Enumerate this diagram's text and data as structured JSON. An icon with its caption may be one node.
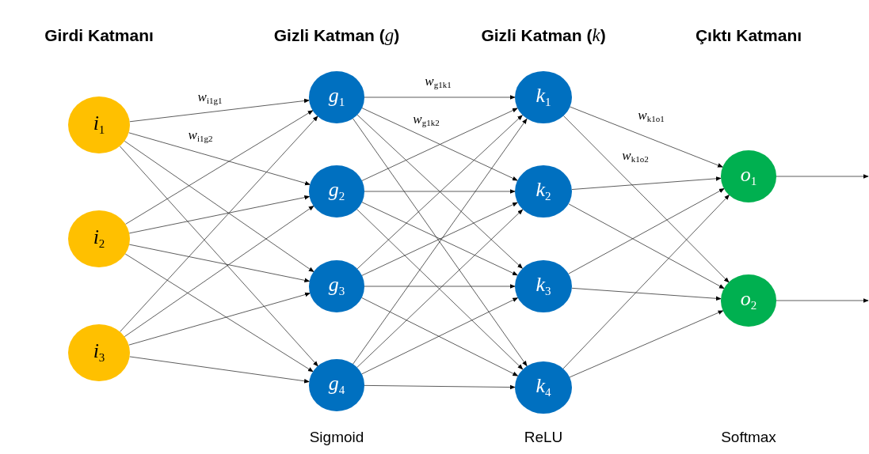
{
  "diagram": {
    "nodes": [
      {
        "text": [
          "*i*$_{1}$"
        ]
      },
      {
        "text": [
          "*i*$_{2}$"
        ]
      },
      {
        "text": [
          "*i*$_{3}$"
        ]
      },
      {
        "text": [
          "*g*$_{1}$"
        ]
      },
      {
        "text": [
          "*g*$_{2}$"
        ]
      },
      {
        "text": [
          "*g*$_{3}$"
        ]
      },
      {
        "text": [
          "*g*$_{4}$"
        ]
      },
      {
        "text": [
          "*k*$_{1}$"
        ]
      },
      {
        "text": [
          "*k*$_{2}$"
        ]
      },
      {
        "text": [
          "*k*$_{3}$"
        ]
      },
      {
        "text": [
          "*k*$_{4}$"
        ]
      },
      {
        "text": [
          "*o*$_{1}$"
        ]
      },
      {
        "text": [
          "*o*$_{2}$"
        ]
      }
    ],
    "edges": [
      {
        "from": 0,
        "to": 3,
        "arrow": "to",
        "label": "*w*$_{i1g1}$"
      },
      {
        "from": 0,
        "to": 4,
        "arrow": "to",
        "label": "*w*$_{i1g2}$"
      },
      {
        "from": 0,
        "to": 5,
        "arrow": "to"
      },
      {
        "from": 0,
        "to": 6,
        "arrow": "to"
      },
      {
        "from": 1,
        "to": 3,
        "arrow": "to"
      },
      {
        "from": 1,
        "to": 4,
        "arrow": "to"
      },
      {
        "from": 1,
        "to": 5,
        "arrow": "to"
      },
      {
        "from": 1,
        "to": 6,
        "arrow": "to"
      },
      {
        "from": 2,
        "to": 3,
        "arrow": "to"
      },
      {
        "from": 2,
        "to": 4,
        "arrow": "to"
      },
      {
        "from": 2,
        "to": 5,
        "arrow": "to"
      },
      {
        "from": 2,
        "to": 6,
        "arrow": "to"
      },
      {
        "from": 3,
        "to": 7,
        "arrow": "to",
        "label": "*w*$_{g1k1}$"
      },
      {
        "from": 3,
        "to": 8,
        "arrow": "to",
        "label": "*w*$_{g1k2}$"
      },
      {
        "from": 3,
        "to": 9,
        "arrow": "to"
      },
      {
        "from": 3,
        "to": 10,
        "arrow": "to"
      },
      {
        "from": 4,
        "to": 7,
        "arrow": "to"
      },
      {
        "from": 4,
        "to": 8,
        "arrow": "to"
      },
      {
        "from": 4,
        "to": 9,
        "arrow": "to"
      },
      {
        "from": 4,
        "to": 10,
        "arrow": "to"
      },
      {
        "from": 5,
        "to": 7,
        "arrow": "to"
      },
      {
        "from": 5,
        "to": 8,
        "arrow": "to"
      },
      {
        "from": 5,
        "to": 9,
        "arrow": "to"
      },
      {
        "from": 5,
        "to": 10,
        "arrow": "to"
      },
      {
        "from": 6,
        "to": 7,
        "arrow": "to"
      },
      {
        "from": 6,
        "to": 8,
        "arrow": "to"
      },
      {
        "from": 6,
        "to": 9,
        "arrow": "to"
      },
      {
        "from": 6,
        "to": 10,
        "arrow": "to"
      },
      {
        "from": 7,
        "to": 11,
        "arrow": "to",
        "label": "*w*$_{k1o1}$"
      },
      {
        "from": 7,
        "to": 12,
        "arrow": "to",
        "label": "*w*$_{k1o2}$"
      },
      {
        "from": 8,
        "to": 11,
        "arrow": "to"
      },
      {
        "from": 8,
        "to": 12,
        "arrow": "to"
      },
      {
        "from": 9,
        "to": 11,
        "arrow": "to"
      },
      {
        "from": 9,
        "to": 12,
        "arrow": "to"
      },
      {
        "from": 10,
        "to": 11,
        "arrow": "to"
      },
      {
        "from": 10,
        "to": 12,
        "arrow": "to"
      },
      {
        "from": 11,
        "to": null,
        "arrow": "to"
      },
      {
        "from": 12,
        "to": null,
        "arrow": "to"
      }
    ],
    "labels": [
      "Girdi Katmanı",
      "Gizli Katman (*g*)",
      "Gizli Katman (*k*)",
      "Çıktı Katmanı",
      "Sigmoid",
      "ReLU",
      "Softmax"
    ]
  }
}
